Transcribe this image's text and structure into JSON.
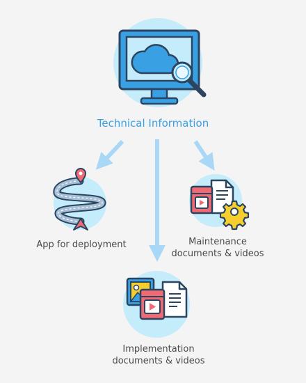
{
  "diagram": {
    "root": {
      "label": "Technical Information",
      "icon": "monitor-cloud-search-icon"
    },
    "nodes": [
      {
        "id": "deployment",
        "label": "App for deployment",
        "icon": "roadmap-pin-icon"
      },
      {
        "id": "maintenance",
        "label_lines": [
          "Maintenance",
          "documents & videos"
        ],
        "icon": "docs-video-gear-icon"
      },
      {
        "id": "implementation",
        "label_lines": [
          "Implementation",
          "documents & videos"
        ],
        "icon": "docs-video-image-icon"
      }
    ],
    "colors": {
      "background": "#f4f4f5",
      "circle": "#c4ecfa",
      "arrow": "#a9d8f6",
      "outline": "#2b4560",
      "blue": "#3aa0e4",
      "red": "#ef6a73",
      "yellow": "#f6cf2e",
      "title": "#3aa0e4",
      "text": "#4a4a4a"
    }
  }
}
